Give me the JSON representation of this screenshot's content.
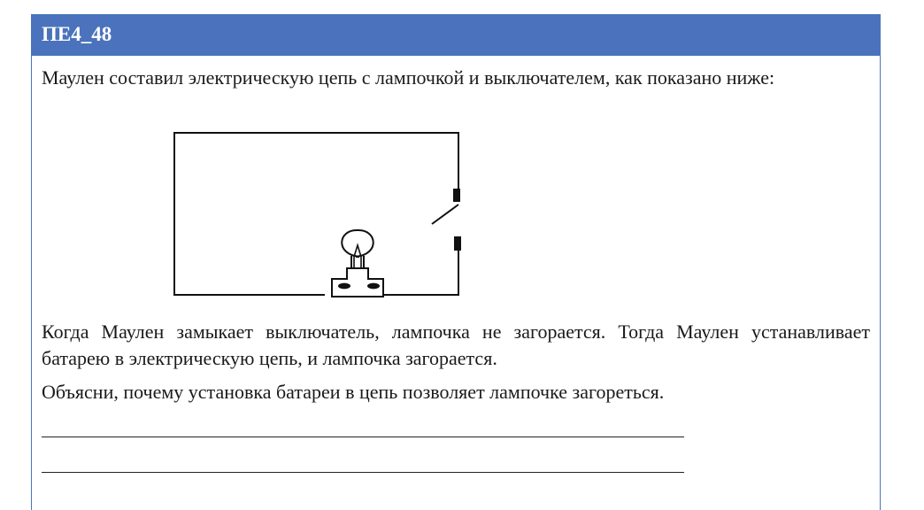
{
  "header": {
    "title": "ПЕ4_48"
  },
  "question": {
    "intro": "Маулен составил электрическую цепь с лампочкой и выключателем, как показано ниже:",
    "observation": "Когда Маулен замыкает выключатель, лампочка не загорается. Тогда Маулен устанавливает батарею в электрическую цепь, и лампочка загорается.",
    "prompt": "Объясни, почему установка батареи в цепь позволяет лампочке загореться."
  },
  "diagram": {
    "icons": [
      "light-bulb-icon",
      "open-switch-icon"
    ]
  }
}
